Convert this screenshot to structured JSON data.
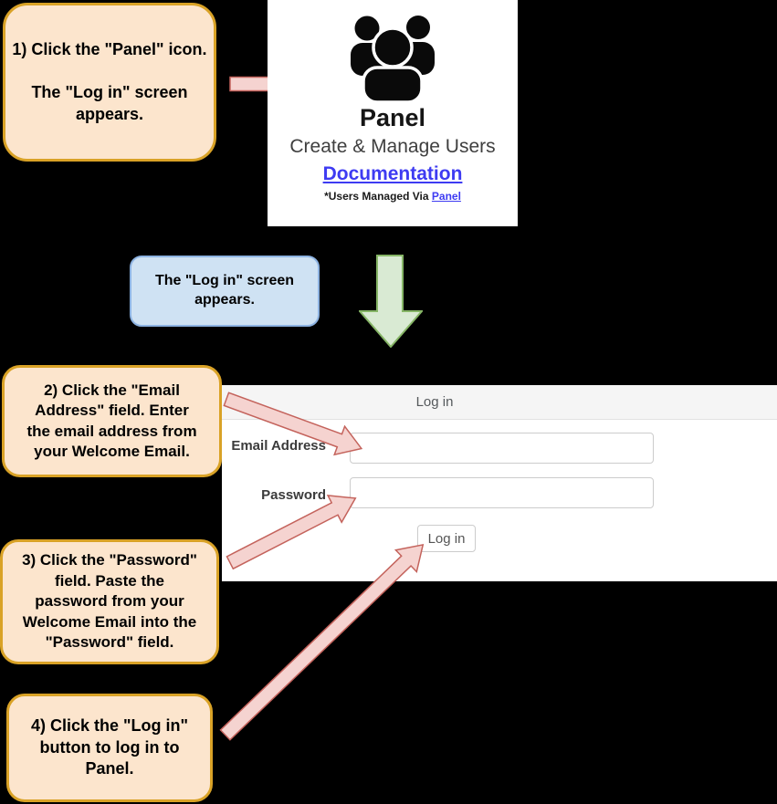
{
  "background": "#000000",
  "panel_card": {
    "icon": "users-group-icon",
    "title": "Panel",
    "subtitle": "Create & Manage Users",
    "doc_link": "Documentation",
    "footnote_prefix": "*Users Managed Via ",
    "footnote_link": "Panel"
  },
  "callouts": {
    "step1": "1) Click the \"Panel\" icon.\n\nThe \"Log in\" screen\nappears.",
    "note": "The \"Log in\" screen\nappears.",
    "step2": "2) Click the \"Email\nAddress\" field.  Enter\nthe email address from\nyour Welcome Email.",
    "step3": "3) Click the \"Password\"\nfield.  Paste the\npassword from your\nWelcome Email into the\n\"Password\" field.",
    "step4": "4) Click the \"Log in\"\nbutton to log in to\nPanel."
  },
  "login_form": {
    "header": "Log in",
    "email_label": "Email Address",
    "password_label": "Password",
    "email_value": "",
    "password_value": "",
    "submit_label": "Log in"
  },
  "colors": {
    "callout_fill": "#FCE5CD",
    "callout_border": "#D9A226",
    "note_fill": "#CFE2F3",
    "note_border": "#8DB3E2",
    "arrow_pink_fill": "#F5D3D0",
    "arrow_pink_border": "#C4635C",
    "arrow_green_fill": "#D9EAD3",
    "arrow_green_border": "#86B566",
    "link_blue": "#3E3BF2",
    "form_header_bg": "#F5F5F5"
  }
}
